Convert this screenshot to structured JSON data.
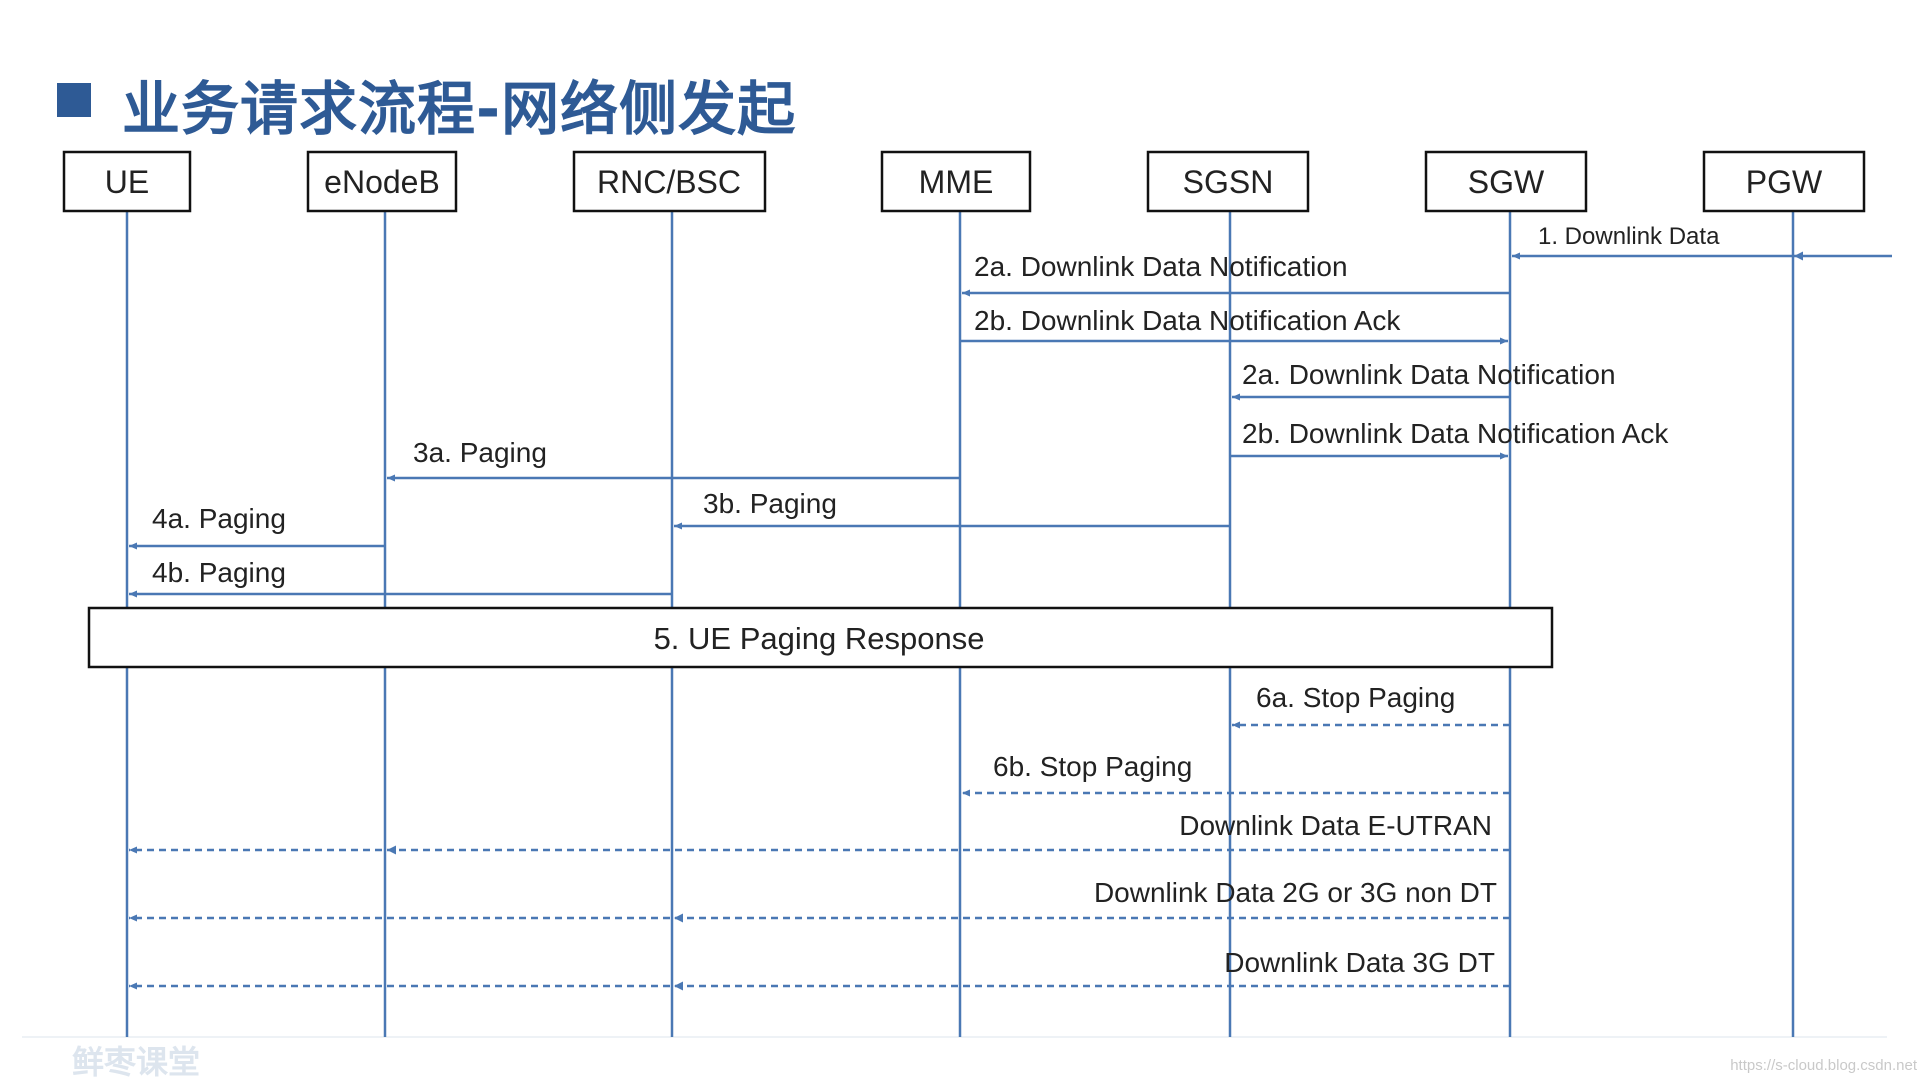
{
  "title": "业务请求流程-网络侧发起",
  "nodes": [
    {
      "id": "ue",
      "label": "UE"
    },
    {
      "id": "enodeb",
      "label": "eNodeB"
    },
    {
      "id": "rnc",
      "label": "RNC/BSC"
    },
    {
      "id": "mme",
      "label": "MME"
    },
    {
      "id": "sgsn",
      "label": "SGSN"
    },
    {
      "id": "sgw",
      "label": "SGW"
    },
    {
      "id": "pgw",
      "label": "PGW"
    }
  ],
  "messages": [
    {
      "id": "msg-1",
      "label": "1. Downlink Data",
      "from": "external",
      "to": "sgw",
      "style": "solid"
    },
    {
      "id": "msg-2a-mme",
      "label": "2a. Downlink Data Notification",
      "from": "sgw",
      "to": "mme",
      "style": "solid"
    },
    {
      "id": "msg-2b-mme",
      "label": "2b. Downlink Data Notification Ack",
      "from": "mme",
      "to": "sgw",
      "style": "solid"
    },
    {
      "id": "msg-2a-sgsn",
      "label": "2a. Downlink Data Notification",
      "from": "sgw",
      "to": "sgsn",
      "style": "solid"
    },
    {
      "id": "msg-2b-sgsn",
      "label": "2b. Downlink Data Notification Ack",
      "from": "sgsn",
      "to": "sgw",
      "style": "solid"
    },
    {
      "id": "msg-3a",
      "label": "3a. Paging",
      "from": "mme",
      "to": "enodeb",
      "style": "solid"
    },
    {
      "id": "msg-3b",
      "label": "3b. Paging",
      "from": "sgsn",
      "to": "rnc",
      "style": "solid"
    },
    {
      "id": "msg-4a",
      "label": "4a. Paging",
      "from": "enodeb",
      "to": "ue",
      "style": "solid"
    },
    {
      "id": "msg-4b",
      "label": "4b. Paging",
      "from": "rnc",
      "to": "ue",
      "style": "solid"
    },
    {
      "id": "msg-6a",
      "label": "6a. Stop Paging",
      "from": "sgw",
      "to": "sgsn",
      "style": "dashed"
    },
    {
      "id": "msg-6b",
      "label": "6b. Stop Paging",
      "from": "sgw",
      "to": "mme",
      "style": "dashed"
    },
    {
      "id": "msg-dl-eutran",
      "label": "Downlink Data E-UTRAN",
      "from": "sgw",
      "to": "ue",
      "via": "enodeb",
      "style": "dashed"
    },
    {
      "id": "msg-dl-2g3g",
      "label": "Downlink Data 2G or 3G non DT",
      "from": "sgw",
      "to": "ue",
      "via": "rnc",
      "style": "dashed"
    },
    {
      "id": "msg-dl-3gdt",
      "label": "Downlink Data 3G DT",
      "from": "sgw",
      "to": "ue",
      "via": "rnc",
      "style": "dashed"
    }
  ],
  "paging_response": {
    "label": "5. UE Paging Response"
  },
  "watermark": "鲜枣课堂",
  "source_url": "https://s-cloud.blog.csdn.net",
  "colors": {
    "title": "#2e5a95",
    "line": "#4a78b4",
    "box_border": "#111111"
  }
}
